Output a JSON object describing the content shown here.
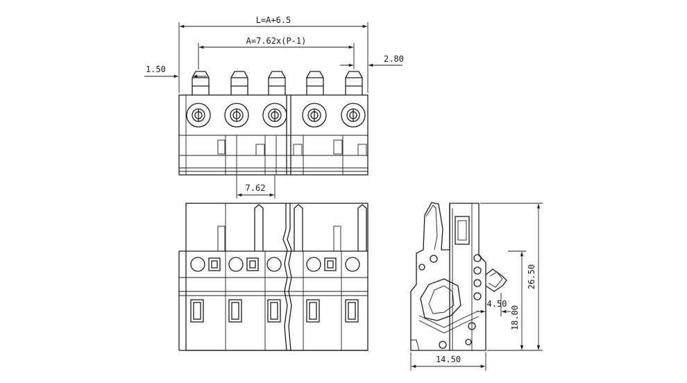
{
  "dimensions": {
    "total_length": "L=A+6.5",
    "pitch_span": "A=7.62x(P-1)",
    "left_offset": "1.50",
    "right_offset": "2.80",
    "pitch": "7.62",
    "width": "14.50",
    "total_height": "26.50",
    "mid_height": "18.00",
    "latch_depth": "4.50"
  }
}
